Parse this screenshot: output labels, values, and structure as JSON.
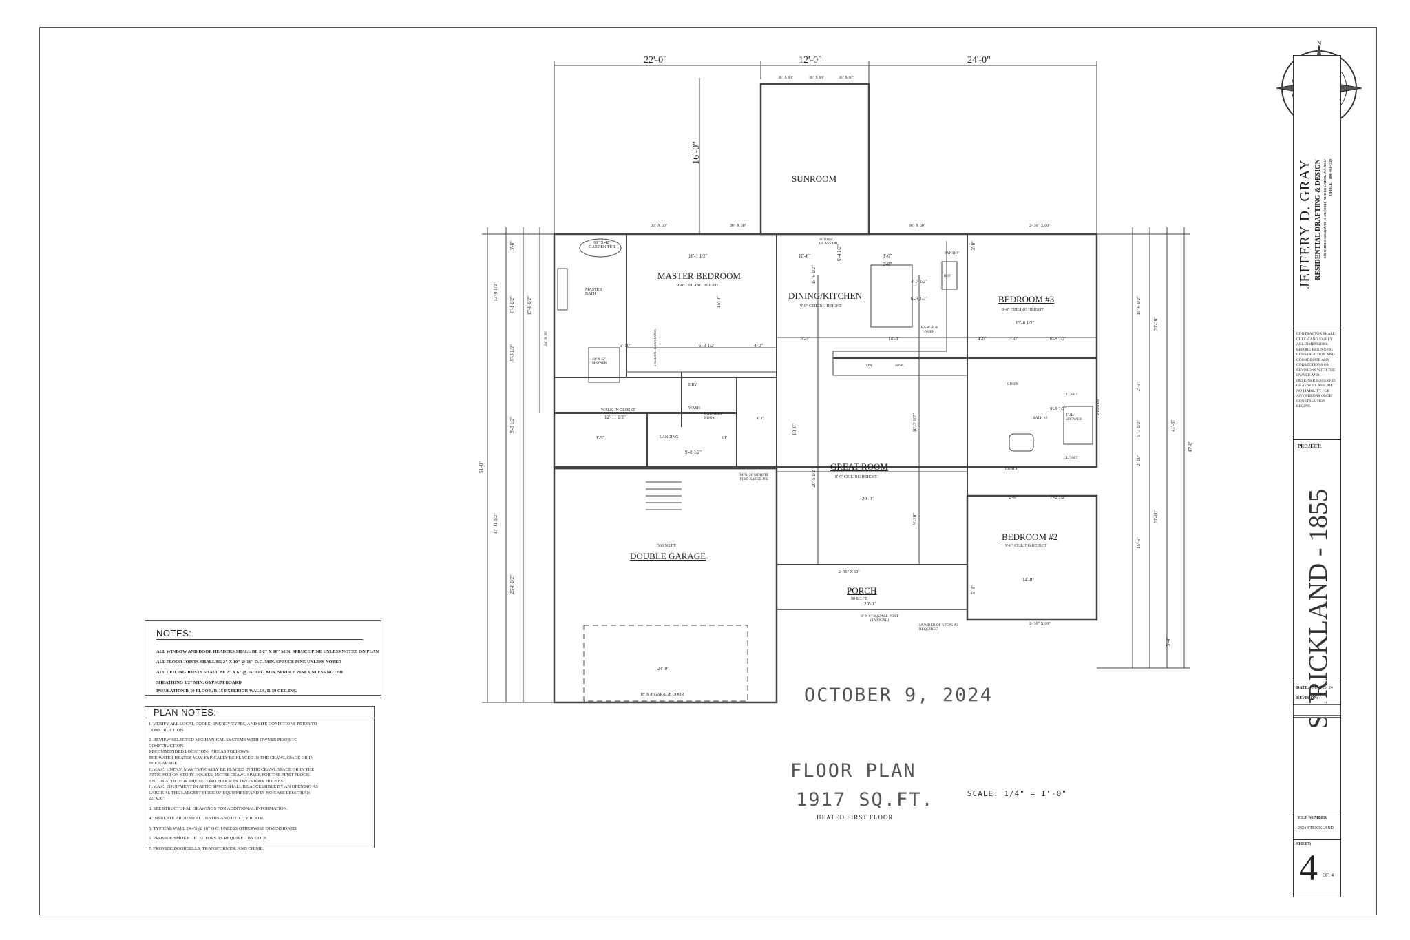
{
  "overall_dims": {
    "left": "22'-0\"",
    "center": "12'-0\"",
    "right": "24'-0\"",
    "sunroom_depth": "16'-0\""
  },
  "rooms": [
    {
      "name": "SUNROOM",
      "sub": ""
    },
    {
      "name": "MASTER BEDROOM",
      "sub": "9'-0\" CEILING HEIGHT"
    },
    {
      "name": "DINING/KITCHEN",
      "sub": "9'-0\" CEILING HEIGHT"
    },
    {
      "name": "BEDROOM #3",
      "sub": "9'-0\" CEILING HEIGHT"
    },
    {
      "name": "GREAT ROOM",
      "sub": "9'-0\" CEILING HEIGHT"
    },
    {
      "name": "BEDROOM #2",
      "sub": "9'-0\" CEILING HEIGHT"
    },
    {
      "name": "DOUBLE GARAGE",
      "sub": "565 SQ.FT."
    },
    {
      "name": "PORCH",
      "sub": "90 SQ.FT."
    }
  ],
  "small_labels": {
    "garden_tub": "60\" X 42\" GARDEN TUB",
    "master_bath": "MASTER BATH",
    "shower": "48\" X 42\" SHOWER",
    "walk_in_closet": "WALK-IN CLOSET",
    "walk_in_dim": "12'-11 1/2\"",
    "dry": "DRY",
    "wash": "WASH",
    "laundry": "LAUNDRY ROOM",
    "landing": "LANDING",
    "up": "UP",
    "sliding_glass": "SLIDING GLASS DR.",
    "pantry": "PANTRY",
    "ref": "REF",
    "range": "RANGE & OVEN",
    "dw": "DW",
    "sink": "SINK",
    "linen": "LINEN",
    "closet": "CLOSET",
    "bath2": "BATH #2",
    "tub_shower": "TUB/ SHOWER",
    "coats": "COATS",
    "fire_door": "MIN. 20 MINUTE FIRE-RATED DR.",
    "post": "8\" X 8\" SQUARE POST (TYPICAL)",
    "steps": "NUMBER OF STEPS AS REQUIRED",
    "garage_door": "18' X 8' GARAGE DOOR",
    "garage_width": "24'-0\"",
    "transom": "TRANSOM",
    "barn_door": "2 SLIDING BARN DOOR",
    "co": "C.O."
  },
  "windows": {
    "w36x60": "36\" X 60\"",
    "w2_36x60": "2- 36\" X 60\"",
    "w24x36": "24\" X 36\""
  },
  "dims": {
    "d1": "16'-1 1/2\"",
    "d2": "10'-6\"",
    "d3": "6'-4 1/2\"",
    "d4": "5'-0\"",
    "d5": "3'-0\"",
    "d6": "4'-7 1/2\"",
    "d7": "6'-9 1/2\"",
    "d8": "13'-8 1/2\"",
    "d9": "5'-10\"",
    "d10": "6'-3 1/2\"",
    "d11": "4'-0\"",
    "d12": "6'-0\"",
    "d13": "14'-0\"",
    "d14": "4'-0\"",
    "d15": "3'-0\"",
    "d16": "6'-8 1/2\"",
    "d17": "9'-8 1/2\"",
    "d18": "9'-5\"",
    "d19": "9'-8 1/2\"",
    "d20": "20'-0\"",
    "d21": "2'-6\"",
    "d22": "7'-2 1/2\"",
    "d23": "14'-0\"",
    "d24": "20'-0\"",
    "d25": "15'-6 1/2\"",
    "d26": "15'-0\"",
    "d27": "10'-2 1/2\"",
    "d28": "20'-5 1/2\"",
    "d29": "9'-10\"",
    "d30": "10'-0\""
  },
  "left_dims": {
    "a1": "3'-8\"",
    "a2": "6'-1 1/2\"",
    "a3": "15'-8 1/2\"",
    "a4": "13'-0 1/2\"",
    "a5": "6'-3 1/2\"",
    "a6": "9'-3 1/2\"",
    "a7": "51'-0\"",
    "a8": "37'-11 1/2\"",
    "a9": "25'-8 1/2\""
  },
  "right_dims": {
    "b1": "3'-0\"",
    "b2": "15'-6 1/2\"",
    "b3": "20'-20\"",
    "b4": "41'-8\"",
    "b5": "47'-0\"",
    "b6": "2'-6\"",
    "b7": "5'-3 1/2\"",
    "b8": "2'-10\"",
    "b9": "20'-10\"",
    "b10": "15'-6\"",
    "b11": "5'-4\"",
    "b12": "5'-4\""
  },
  "notes": {
    "title": "NOTES:",
    "items": [
      "ALL WINDOW AND DOOR HEADERS SHALL BE 2-2\" X 10\" MIN. SPRUCE PINE UNLESS NOTED ON PLAN",
      "ALL FLOOR JOISTS SHALL BE 2\" X 10\" @ 16\" O.C. MIN. SPRUCE PINE UNLESS NOTED",
      "ALL CEILING JOISTS SHALL BE 2\" X 6\" @ 16\" O.C. MIN. SPRUCE PINE UNLESS NOTED",
      "SHEATHING 1/2\" MIN. GYPSUM BOARD",
      "INSULATION R-19 FLOOR, R-15 EXTERIOR WALLS, R-30 CEILING"
    ]
  },
  "plan_notes": {
    "title": "PLAN NOTES:",
    "items": [
      "1.  VERIFY ALL LOCAL CODES, ENERGY TYPES, AND SITE CONDITIONS PRIOR TO",
      "     CONSTRUCTION.",
      "",
      "2.  REVIEW SELECTED MECHANICAL SYSTEMS WITH OWNER PRIOR TO",
      "     CONSTRUCTION.",
      "     RECOMMENDED LOCATIONS ARE AS FOLLOWS:",
      "     THE WATER HEATER MAY TYPICALLY BE PLACED IN THE CRAWL SPACE OR IN",
      "     THE GARAGE.",
      "     H.V.A.C. UNIT(S) MAY TYPICALLY BE PLACED IN THE CRAWL SPACE OR IN THE",
      "     ATTIC FOR ON STORY HOUSES, IN THE CRAWL SPACE FOR THE FIRST FLOOR",
      "     AND IN ATTIC FOR THE SECOND FLOOR IN TWO STORY HOUSES.",
      "     H.V.A.C. EQUIPMENT IN ATTIC SPACE SHALL BE ACCESSIBLE BY AN OPENING AS",
      "     LARGE AS THE LARGEST PIECE OF EQUIPMENT AND IN NO CASE LESS THAN",
      "     22\"X30\".",
      "",
      "3.  SEE STRUCTURAL DRAWINGS FOR ADDITIONAL INFORMATION.",
      "",
      "4.  INSULATE AROUND ALL BATHS AND UTILITY ROOM.",
      "",
      "5.  TYPICAL WALL 2X4'S @ 16\" O.C. UNLESS OTHERWISE DIMENSIONED.",
      "",
      "6.  PROVIDE SMOKE DETECTORS AS REQUIRED BY CODE.",
      "",
      "7.  PROVIDE DOORBELLS, TRANSFORMER, AND CHIME."
    ]
  },
  "date_stamp": "OCTOBER 9, 2024",
  "title_block_main": {
    "line1": "FLOOR PLAN",
    "line2": "1917 SQ.FT.",
    "scale": "SCALE: 1/4\" = 1'-0\"",
    "heated": "HEATED FIRST FLOOR"
  },
  "title_block": {
    "north": "N",
    "designer": "JEFFERY D. GRAY",
    "firm": "RESIDENTIAL DRAFTING & DESIGN",
    "address": "618 NORTH HIGHWAY 16 DENVER, NORTH CAROLINA 28037",
    "phone": "OFFICE: (704) 483-4720",
    "disclaimer": "CONTRACTOR SHALL CHECK AND VARIFY ALL DIMENSIONS BEFORE BEGINNING CONSTRUCTION AND COORDINATE ANY CORRECTIONS OR REVISIONS WITH THE OWNER AND DESIGNER JEFFERY D. GRAY WILL ASSUME NO LIABILITY FOR ANY ERRORS ONCE CONSTRUCTION BEGINS.",
    "project_label": "PROJECT:",
    "project_name": "STRICKLAND - 1855",
    "date_label": "DATE:",
    "date_value": "MAY 29, 24",
    "revision_label": "REVISION:",
    "file_label": "FILE NUMBER",
    "file_value": "2024-STRICKLAND",
    "sheet_label": "SHEET:",
    "sheet_number": "4",
    "sheet_of": "OF: 4"
  }
}
